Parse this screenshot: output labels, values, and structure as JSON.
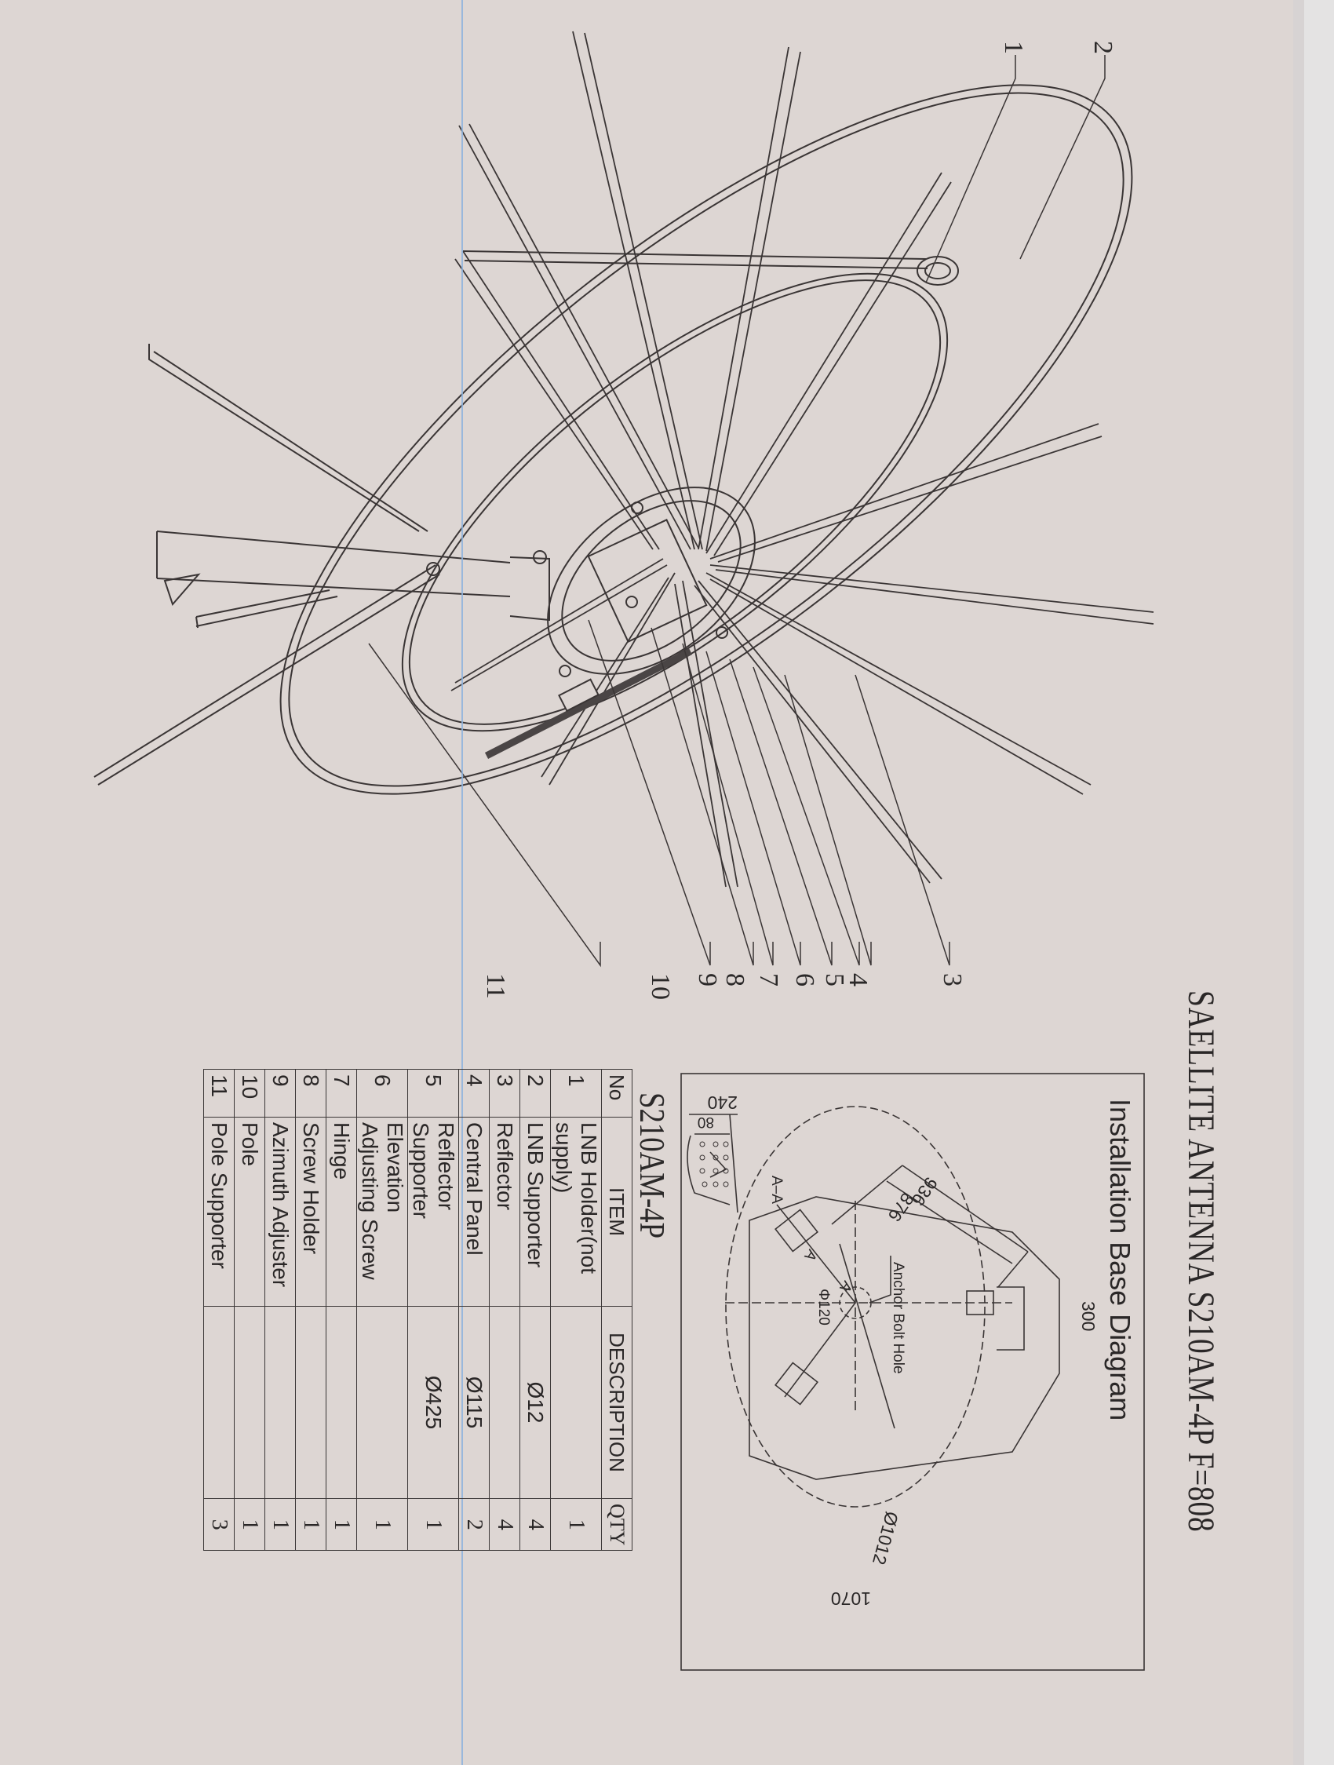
{
  "document": {
    "title": "SAELLITE ANTENNA S210AM-4P F=808",
    "model": "S210AM-4P"
  },
  "base_diagram": {
    "title": "Installation Base Diagram",
    "dimensions": {
      "outer_edge": "936",
      "inner_edge": "876",
      "tab": "300",
      "bottom_width": "1070",
      "circle_dia": "Ø1012",
      "center_dia": "Φ120",
      "section_width": "240",
      "section_depth": "80"
    },
    "labels": {
      "anchor": "Anchor Bolt Hole",
      "section": "A–A",
      "cut_a1": "A",
      "cut_a2": "A"
    }
  },
  "callouts": [
    "1",
    "2",
    "3",
    "4",
    "5",
    "6",
    "7",
    "8",
    "9",
    "10",
    "11"
  ],
  "parts_table": {
    "headers": {
      "no": "No",
      "item": "ITEM",
      "description": "DESCRIPTION",
      "qty": "QTY"
    },
    "rows": [
      {
        "no": "1",
        "item": "LNB Holder(not supply)",
        "description": "",
        "qty": "1"
      },
      {
        "no": "2",
        "item": "LNB Supporter",
        "description": "Ø12",
        "qty": "4"
      },
      {
        "no": "3",
        "item": "Reflector",
        "description": "",
        "qty": "4"
      },
      {
        "no": "4",
        "item": "Central Panel",
        "description": "Ø115",
        "qty": "2"
      },
      {
        "no": "5",
        "item": "Reflector Supporter",
        "description": "Ø425",
        "qty": "1"
      },
      {
        "no": "6",
        "item": "Elevation Adjusting Screw",
        "description": "",
        "qty": "1"
      },
      {
        "no": "7",
        "item": "Hinge",
        "description": "",
        "qty": "1"
      },
      {
        "no": "8",
        "item": "Screw Holder",
        "description": "",
        "qty": "1"
      },
      {
        "no": "9",
        "item": "Azimuth Adjuster",
        "description": "",
        "qty": "1"
      },
      {
        "no": "10",
        "item": "Pole",
        "description": "",
        "qty": "1"
      },
      {
        "no": "11",
        "item": "Pole Supporter",
        "description": "",
        "qty": "3"
      }
    ]
  },
  "colors": {
    "paper": "#ddd6d3",
    "ink": "#2a2727",
    "scan_line": "#8db3dd",
    "margin": "#e4e3e3"
  }
}
